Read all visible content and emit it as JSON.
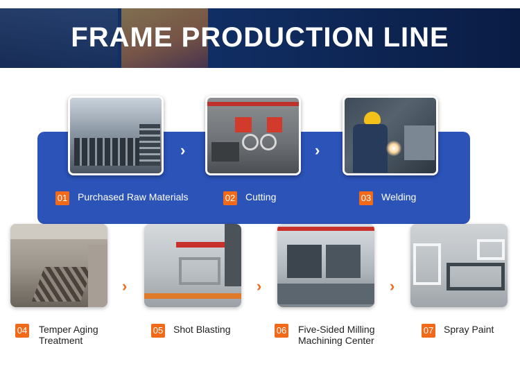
{
  "header": {
    "title": "FRAME PRODUCTION LINE"
  },
  "steps": [
    {
      "number": "01",
      "label": "Purchased Raw Materials"
    },
    {
      "number": "02",
      "label": "Cutting"
    },
    {
      "number": "03",
      "label": "Welding"
    },
    {
      "number": "04",
      "label": "Temper Aging Treatment"
    },
    {
      "number": "05",
      "label": "Shot Blasting"
    },
    {
      "number": "06",
      "label": "Five-Sided Milling Machining Center"
    },
    {
      "number": "07",
      "label": "Spray Paint"
    }
  ],
  "arrows": {
    "glyph": "›"
  },
  "colors": {
    "banner": "#12326b",
    "panel": "#2b53b8",
    "accent": "#f06a1a"
  }
}
